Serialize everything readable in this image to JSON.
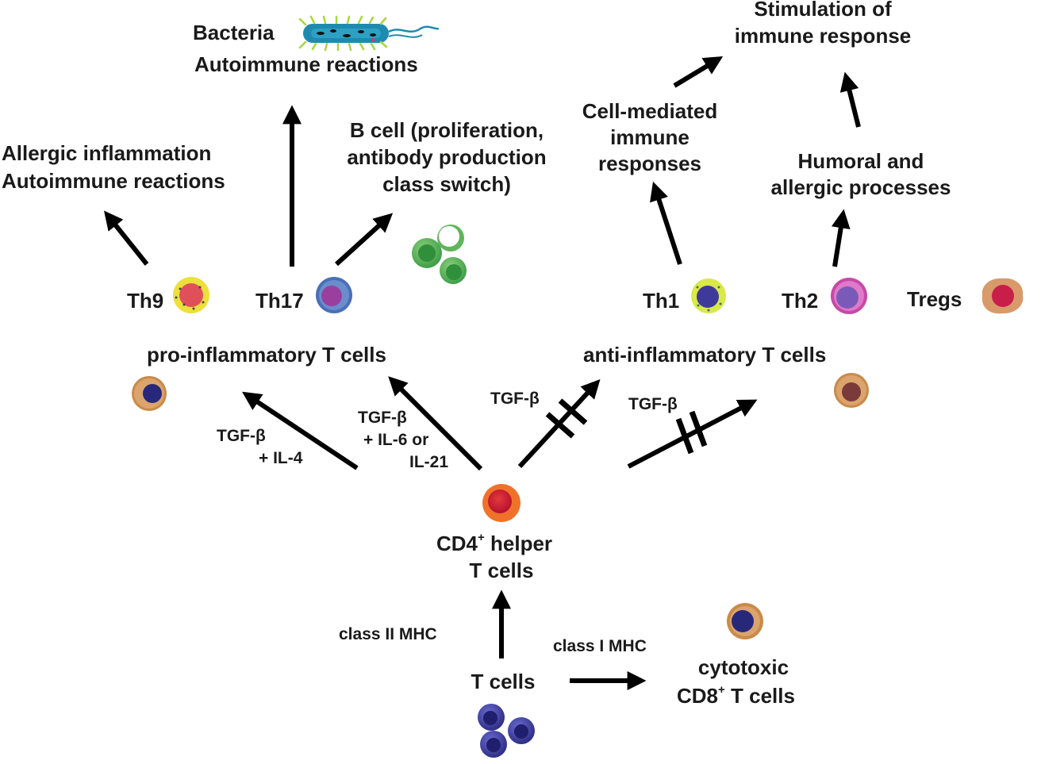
{
  "labels": {
    "bacteria": "Bacteria",
    "bacteria_autoimmune": "Autoimmune reactions",
    "stimulation_l1": "Stimulation of",
    "stimulation_l2": "immune response",
    "allergic_l1": "Allergic inflammation",
    "allergic_l2": "Autoimmune reactions",
    "bcell_l1": "B cell (proliferation,",
    "bcell_l2": "antibody production",
    "bcell_l3": "class switch)",
    "cellmed_l1": "Cell-mediated",
    "cellmed_l2": "immune",
    "cellmed_l3": "responses",
    "humoral_l1": "Humoral and",
    "humoral_l2": "allergic processes",
    "th9": "Th9",
    "th17": "Th17",
    "th1": "Th1",
    "th2": "Th2",
    "tregs": "Tregs",
    "pro_inflammatory": "pro-inflammatory T cells",
    "anti_inflammatory": "anti-inflammatory T cells",
    "tgf_il4_l1": "TGF-β",
    "tgf_il4_l2": "+ IL-4",
    "tgf_il6_l1": "TGF-β",
    "tgf_il6_l2": "+ IL-6 or",
    "tgf_il6_l3": "IL-21",
    "tgf_block_left": "TGF-β",
    "tgf_block_right": "TGF-β",
    "cd4_l1": "CD4",
    "cd4_sup": "+",
    "cd4_l1_tail": " helper",
    "cd4_l2": "T cells",
    "class2": "class II MHC",
    "class1": "class I MHC",
    "tcells": "T cells",
    "cyto_l1": "cytotoxic",
    "cd8_l2": "CD8",
    "cd8_sup": "+",
    "cd8_l2_tail": " T cells"
  },
  "colors": {
    "arrow": "#000000",
    "cd4_outer": "#f0722a",
    "cd4_inner": "#d0203c",
    "tcell": "#4b4aa6",
    "tcell_dark": "#1f1f6e",
    "bcell": "#5fb55a",
    "bcell_dark": "#2f8f3a",
    "th9_outer": "#ece03a",
    "th9_inner": "#e0505a",
    "th17_outer": "#4a6fb8",
    "th17_inner": "#9a3fa0",
    "th1_outer": "#d9e84a",
    "th1_inner": "#3f3a9a",
    "th2_outer": "#c44aa8",
    "th2_inner": "#7a5ab8",
    "treg_outer": "#d89a6a",
    "treg_inner": "#c81e4a",
    "brown_outer": "#c98a4a",
    "navy_inner": "#28287a",
    "maroon_inner": "#7a3a3a",
    "bacteria_body": "#1e8ab0",
    "bacteria_pili": "#a6d83a"
  }
}
